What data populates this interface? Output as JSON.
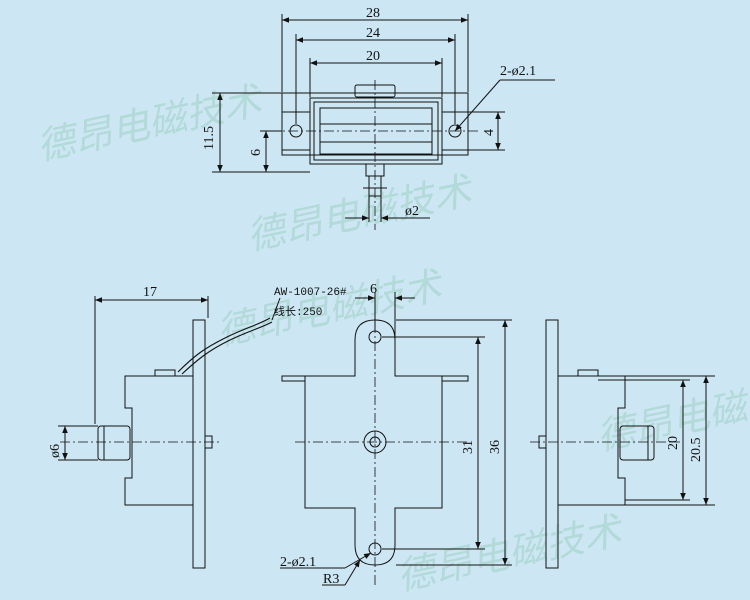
{
  "watermark": {
    "text": "德昂电磁技术"
  },
  "top_view": {
    "dims": {
      "w28": "28",
      "w24": "24",
      "w20": "20",
      "h11_5": "11.5",
      "h6": "6",
      "h4": "4",
      "holes": "2-ø2.1",
      "shaft": "ø2"
    }
  },
  "side_view_left": {
    "dims": {
      "len17": "17",
      "dia6": "ø6"
    },
    "wire_note": {
      "line1": "AW-1007-26#",
      "line2": "线长:250"
    }
  },
  "front_view": {
    "dims": {
      "w6": "6",
      "h31": "31",
      "h36": "36",
      "holes": "2-ø2.1",
      "radius": "R3"
    }
  },
  "side_view_right": {
    "dims": {
      "h20": "20",
      "h20_5": "20.5"
    }
  },
  "colors": {
    "background": "#cde6f4",
    "line": "#111111",
    "watermark": "#a9d6cf"
  }
}
